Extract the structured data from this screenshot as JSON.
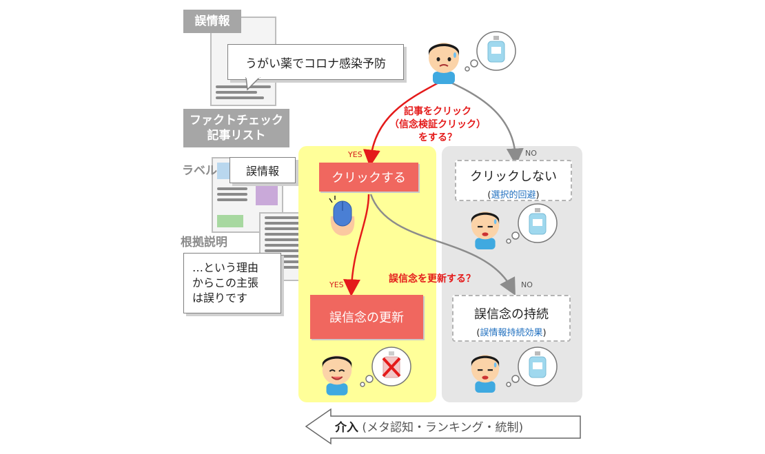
{
  "left": {
    "misinfo_label": "誤情報",
    "misinfo_bubble": "うがい薬でコロナ感染予防",
    "factcheck_label": "ファクトチェック\n記事リスト",
    "label_text": "ラベル",
    "label_bubble": "誤情報",
    "reason_label": "根拠説明",
    "reason_bubble": "…という理由\nからこの主張\nは誤りです"
  },
  "flow": {
    "question1": "記事をクリック\n（信念検証クリック）\nをする？",
    "yes1": "YES",
    "no1": "NO",
    "click_yes": "クリックする",
    "click_no_main": "クリックしない",
    "click_no_sub": "選択的回避",
    "question2": "誤信念を更新する？",
    "yes2": "YES",
    "no2": "NO",
    "update_box": "誤信念の更新",
    "persist_main": "誤信念の持続",
    "persist_sub": "誤情報持続効果"
  },
  "arrow": {
    "bold": "介入",
    "rest": " (メタ認知・ランキング・統制)"
  },
  "colors": {
    "yellow_panel": "#ffff99",
    "gray_panel": "#e6e6e6",
    "red_box": "#f0675f",
    "red_arrow": "#e41a1a",
    "gray_arrow": "#8c8c8c",
    "blue_sub": "#1f6fbf"
  },
  "icons": [
    "sanitizer-bottle-icon",
    "worried-person-icon",
    "happy-person-icon",
    "mouse-click-icon"
  ]
}
